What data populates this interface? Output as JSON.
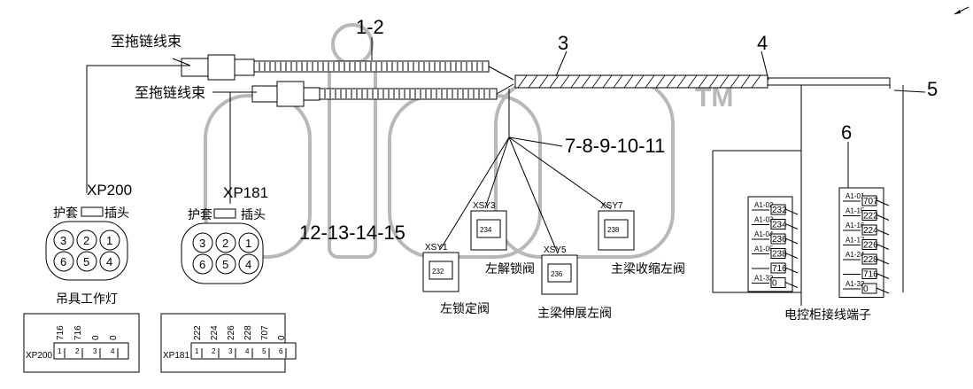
{
  "labels": {
    "part_1_2": "1-2",
    "part_3": "3",
    "part_4": "4",
    "part_5": "5",
    "part_6": "6",
    "part_7_11": "7-8-9-10-11",
    "part_12_15": "12-13-14-15",
    "to_drag_chain_1": "至拖链线束",
    "to_drag_chain_2": "至拖链线束",
    "xp200": "XP200",
    "xp181": "XP181",
    "sheath_1": "护套",
    "plug_1": "插头",
    "sheath_2": "护套",
    "plug_2": "插头",
    "spreader_light": "吊具工作灯",
    "cabinet_terminal": "电控柜接线端子",
    "trademark": "TM"
  },
  "valves": [
    {
      "id": "XSY1",
      "code": "232",
      "caption": "左锁定阀"
    },
    {
      "id": "XSY3",
      "code": "234",
      "caption": "左解锁阀"
    },
    {
      "id": "XSY5",
      "code": "236",
      "caption": "主梁伸展左阀"
    },
    {
      "id": "XSY7",
      "code": "238",
      "caption": "主梁收缩左阀"
    }
  ],
  "connector_pins": {
    "xp200": [
      "3",
      "2",
      "1",
      "6",
      "5",
      "4"
    ],
    "xp181": [
      "3",
      "2",
      "1",
      "6",
      "5",
      "4"
    ]
  },
  "xp200_table": {
    "name": "XP200",
    "wires": [
      "716",
      "716",
      "0",
      "0"
    ],
    "pins": [
      "1",
      "2",
      "3",
      "4"
    ]
  },
  "xp181_table": {
    "name": "XP181",
    "wires": [
      "222",
      "224",
      "226",
      "228",
      "707",
      "0"
    ],
    "pins": [
      "1",
      "2",
      "3",
      "4",
      "5",
      "6"
    ]
  },
  "terminal_block_left": {
    "terminals": [
      "A1-02",
      "A1-03",
      "A1-04",
      "A1-05",
      "",
      "A1-32"
    ],
    "wires": [
      "232",
      "234",
      "236",
      "238",
      "716",
      "0"
    ]
  },
  "terminal_block_right": {
    "terminals": [
      "A1-01",
      "A1-15",
      "A1-16",
      "A1-17",
      "A1-24",
      "",
      "A1-32"
    ],
    "wires": [
      "707",
      "222",
      "224",
      "226",
      "228",
      "716",
      "0"
    ]
  }
}
